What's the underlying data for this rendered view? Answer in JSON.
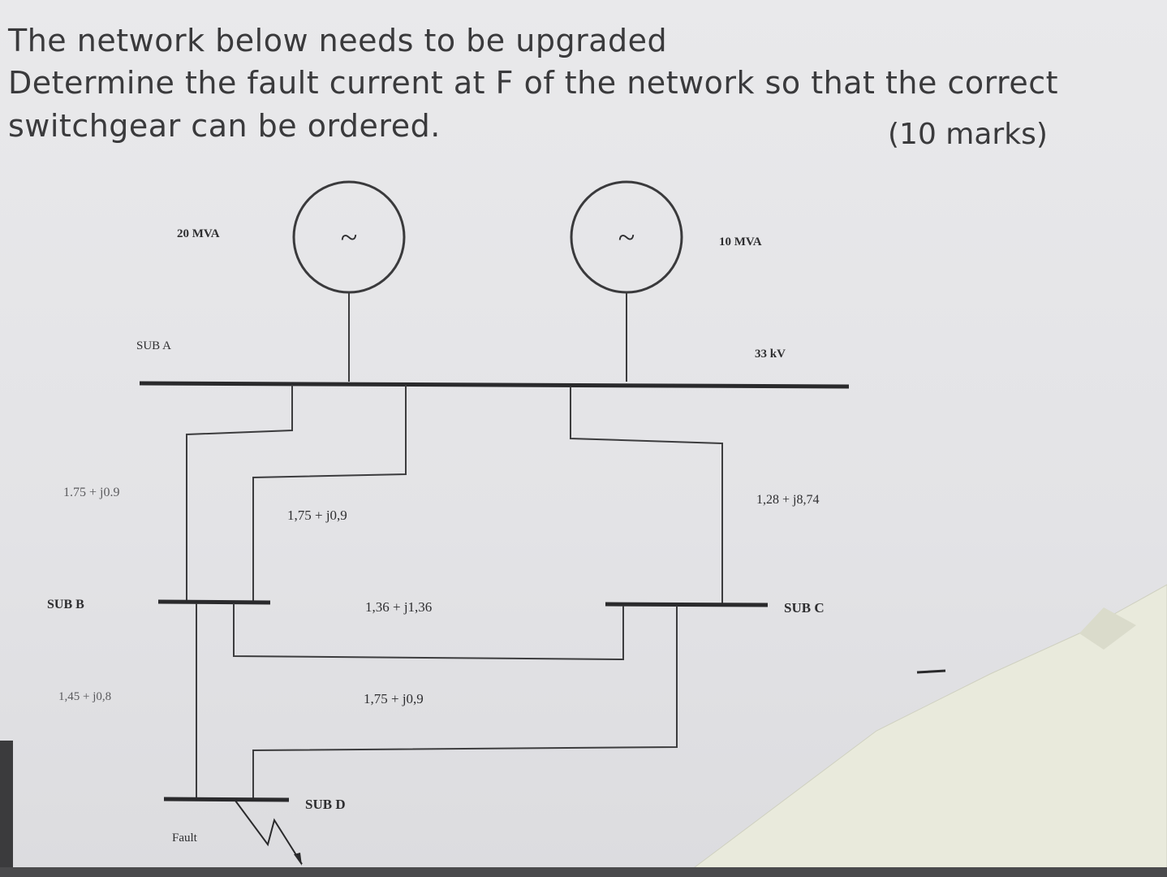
{
  "question": {
    "line1": "The network below needs to be upgraded",
    "line2": "Determine the fault current at F of the network so that the correct",
    "line3": "switchgear can be ordered.",
    "marks": "(10 marks)"
  },
  "diagram": {
    "gen1_rating": "20 MVA",
    "gen2_rating": "10 MVA",
    "gen_symbol": "~",
    "voltage": "33 kV",
    "sub_a": "SUB A",
    "sub_b": "SUB B",
    "sub_c": "SUB C",
    "sub_d": "SUB D",
    "fault": "Fault",
    "z_ab_left": "1.75 + j0.9",
    "z_ab_right": "1,75 + j0,9",
    "z_ac": "1,28 + j8,74",
    "z_bc": "1,36 + j1,36",
    "z_bd": "1,45 + j0,8",
    "z_cd": "1,75 + j0,9"
  }
}
